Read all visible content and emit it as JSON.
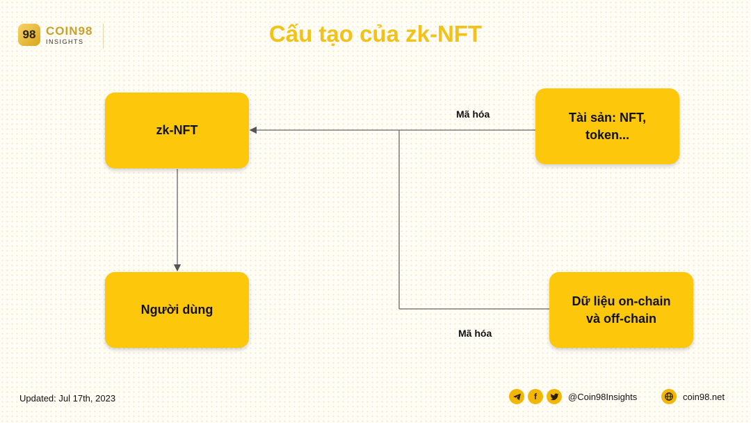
{
  "header": {
    "logo_mark": "98",
    "brand": "COIN98",
    "brand_sub": "INSIGHTS",
    "title": "Cấu tạo của zk-NFT"
  },
  "diagram": {
    "nodes": {
      "zk_nft": "zk-NFT",
      "users": "Người dùng",
      "assets": "Tài sản: NFT,\ntoken...",
      "data": "Dữ liệu on-chain\nvà off-chain"
    },
    "edge_labels": {
      "top": "Mã hóa",
      "bottom": "Mã hóa"
    }
  },
  "footer": {
    "updated": "Updated: Jul 17th, 2023",
    "handle": "@Coin98Insights",
    "website": "coin98.net"
  },
  "icons": [
    "telegram-icon",
    "facebook-icon",
    "twitter-icon",
    "globe-icon"
  ],
  "colors": {
    "node": "#fdc80c",
    "title": "#f2c21a",
    "icon": "#f2b705"
  }
}
